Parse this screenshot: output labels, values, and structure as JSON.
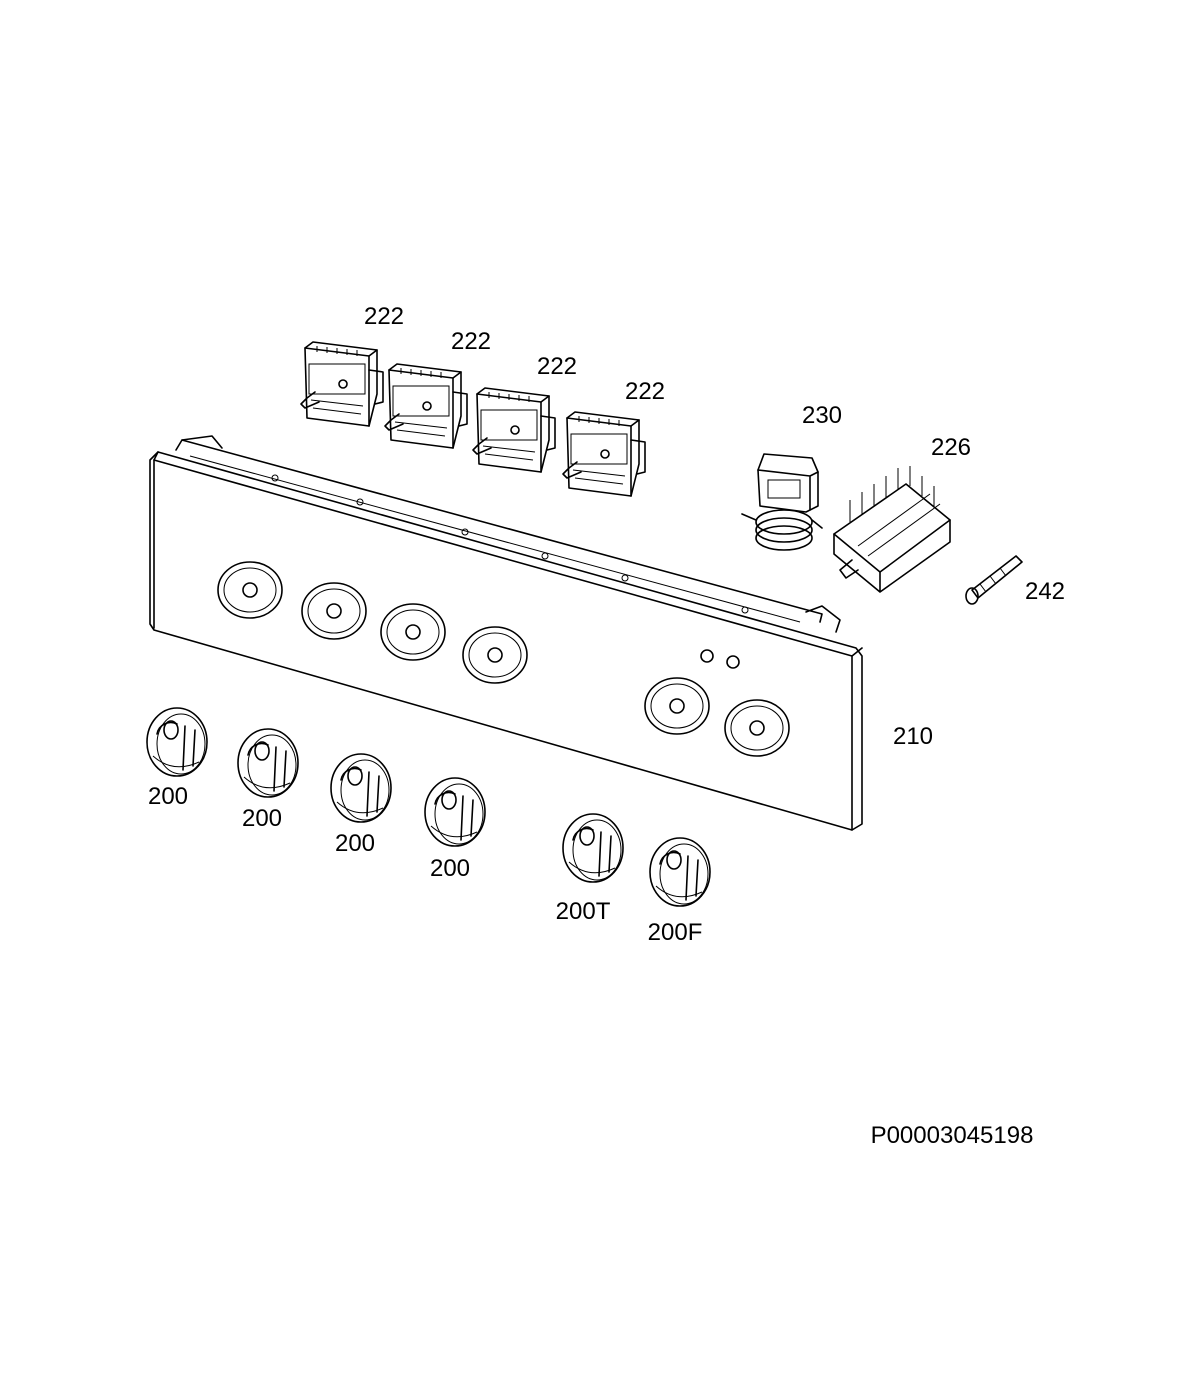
{
  "labels": {
    "switch_1": "222",
    "switch_2": "222",
    "switch_3": "222",
    "switch_4": "222",
    "thermostat": "230",
    "selector": "226",
    "lamp": "242",
    "panel": "210",
    "knob_1": "200",
    "knob_2": "200",
    "knob_3": "200",
    "knob_4": "200",
    "knob_t": "200T",
    "knob_f": "200F"
  },
  "diagram_code": "P00003045198"
}
